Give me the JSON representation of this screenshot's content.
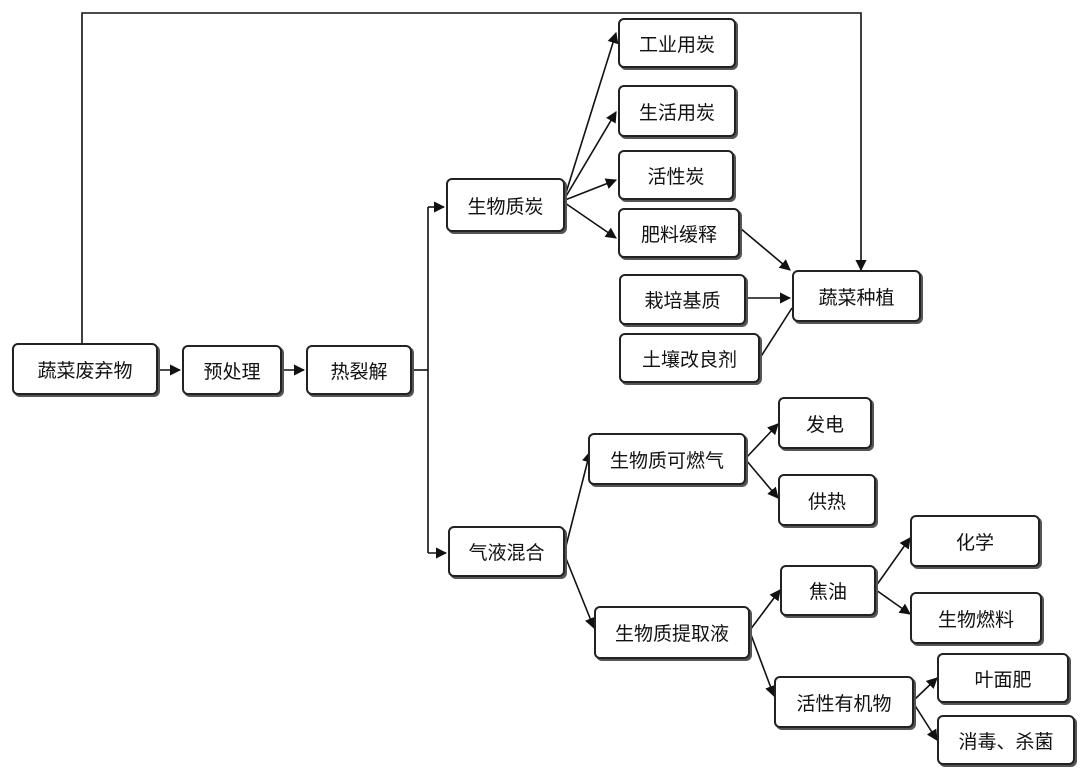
{
  "nodes": {
    "vegetable_waste": "蔬菜废弃物",
    "pretreatment": "预处理",
    "pyrolysis": "热裂解",
    "biochar": "生物质炭",
    "gas_liquid_mix": "气液混合",
    "industrial_char": "工业用炭",
    "domestic_char": "生活用炭",
    "activated_carbon": "活性炭",
    "slow_release_fertilizer": "肥料缓释",
    "cultivation_substrate": "栽培基质",
    "soil_conditioner": "土壤改良剂",
    "vegetable_planting": "蔬菜种植",
    "combustible_gas": "生物质可燃气",
    "power_generation": "发电",
    "heat_supply": "供热",
    "extract_liquid": "生物质提取液",
    "tar": "焦油",
    "chemical": "化学",
    "biofuel": "生物燃料",
    "active_organics": "活性有机物",
    "foliar_fertilizer": "叶面肥",
    "disinfection": "消毒、杀菌"
  }
}
